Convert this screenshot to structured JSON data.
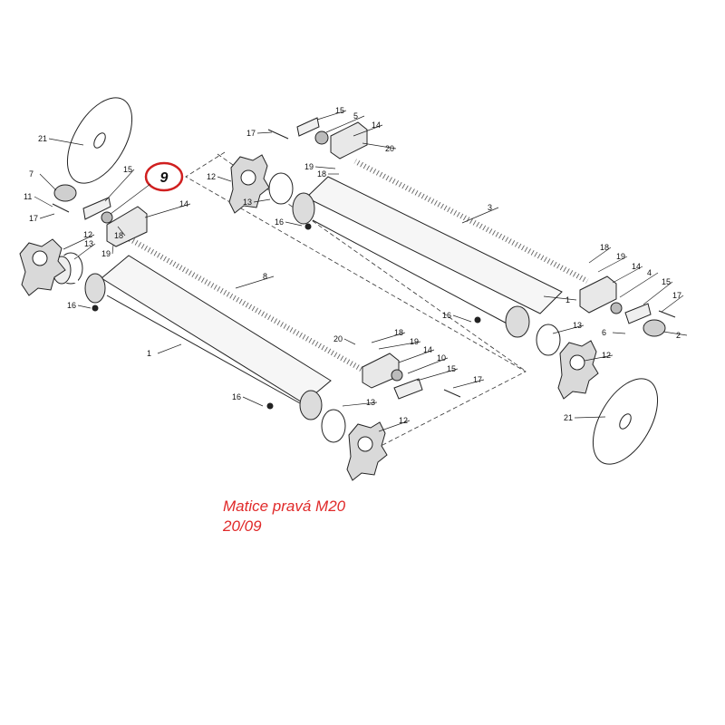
{
  "highlight": {
    "label": "9",
    "color": "#d01f1f"
  },
  "part_labels": [
    "21",
    "7",
    "11",
    "17",
    "15",
    "14",
    "19",
    "18",
    "12",
    "13",
    "16",
    "8",
    "1",
    "9",
    "17",
    "15",
    "5",
    "14",
    "20",
    "19",
    "18",
    "12",
    "13",
    "16",
    "3",
    "18",
    "19",
    "14",
    "4",
    "15",
    "17",
    "1",
    "16",
    "13",
    "6",
    "2",
    "12",
    "21",
    "20",
    "18",
    "19",
    "14",
    "10",
    "15",
    "17",
    "16",
    "13",
    "12"
  ],
  "caption": {
    "line1": "Matice pravá M20",
    "line2": "20/09",
    "color": "#e02a2a"
  },
  "colors": {
    "line": "#222222",
    "fill_light": "#f4f4f4",
    "fill_dark": "#cfcfcf"
  }
}
